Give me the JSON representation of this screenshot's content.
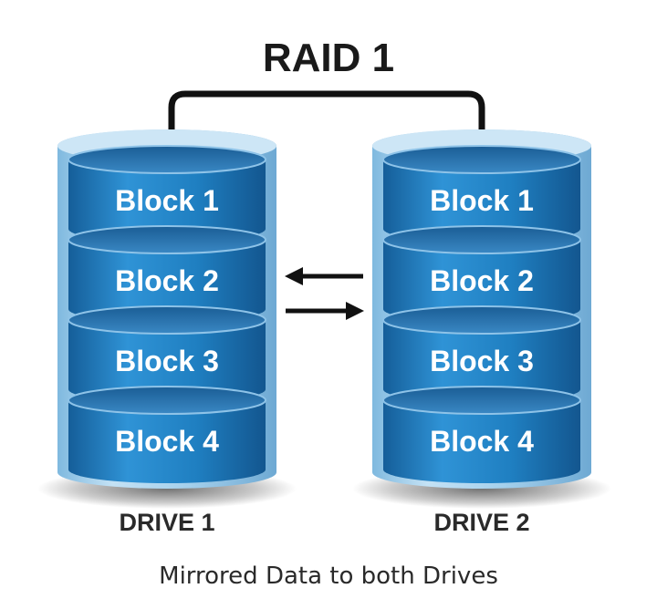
{
  "title": "RAID 1",
  "drives": [
    {
      "label": "DRIVE 1",
      "blocks": [
        "Block 1",
        "Block 2",
        "Block 3",
        "Block 4"
      ]
    },
    {
      "label": "DRIVE 2",
      "blocks": [
        "Block 1",
        "Block 2",
        "Block 3",
        "Block 4"
      ]
    }
  ],
  "caption": "Mirrored Data to both Drives",
  "colors": {
    "block_fill": "#1f7fc1",
    "block_top": "#2b6fa8",
    "shell": "#a9d3ee",
    "connector": "#111111",
    "text": "#1a1a1a"
  }
}
